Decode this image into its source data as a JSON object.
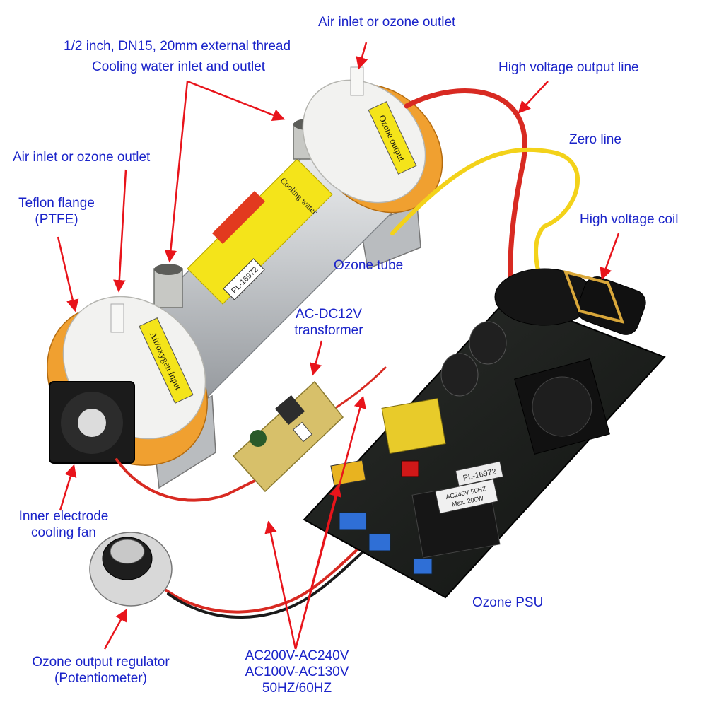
{
  "colors": {
    "label_text": "#1a23c9",
    "arrow": "#e8141b",
    "background": "#ffffff",
    "flange_white": "#f2f2f0",
    "flange_orange": "#f0a030",
    "steel": "#c9ccd0",
    "pcb": "#1d1f1c",
    "warning_yellow": "#f4e41a",
    "wire_red": "#d82a22",
    "wire_yellow": "#f3d21a"
  },
  "labels": {
    "air_inlet_top": "Air inlet or ozone outlet",
    "thread_spec": "1/2 inch, DN15, 20mm external thread",
    "cooling_water": "Cooling water inlet and outlet",
    "hv_output_line": "High voltage output line",
    "air_inlet_left": "Air inlet or ozone outlet",
    "zero_line": "Zero line",
    "teflon_flange_1": "Teflon flange",
    "teflon_flange_2": "(PTFE)",
    "hv_coil": "High voltage coil",
    "ozone_tube": "Ozone tube",
    "acdc_1": "AC-DC12V",
    "acdc_2": "transformer",
    "fan_1": "Inner electrode",
    "fan_2": "cooling fan",
    "ozone_psu": "Ozone PSU",
    "regulator_1": "Ozone output regulator",
    "regulator_2": "(Potentiometer)",
    "voltage_1": "AC200V-AC240V",
    "voltage_2": "AC100V-AC130V",
    "voltage_3": "50HZ/60HZ"
  },
  "product_text": {
    "tube_model": "PL-16972",
    "psu_model": "PL-16972",
    "psu_rating_1": "AC240V 50HZ",
    "psu_rating_2": "Max: 200W",
    "flange_left_label": "Air/oxygen input",
    "flange_right_label": "Ozone output",
    "tube_sticker": "Cooling water"
  },
  "icons": [
    "arrow-icon",
    "fan-icon",
    "knob-icon"
  ]
}
